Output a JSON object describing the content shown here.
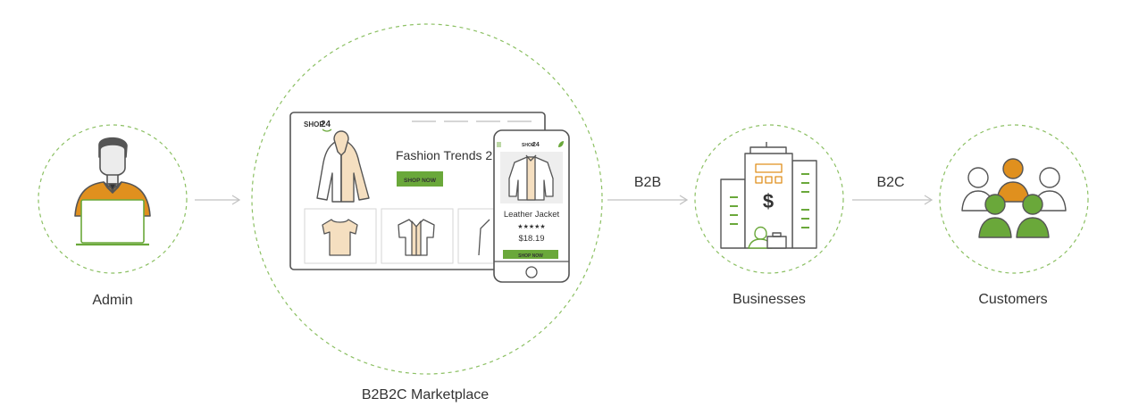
{
  "nodes": {
    "admin": {
      "label": "Admin"
    },
    "marketplace": {
      "label": "B2B2C Marketplace",
      "brand": {
        "prefix": "SHOP",
        "number": "24"
      },
      "desktop_headline": "Fashion Trends 2",
      "desktop_button": "SHOP NOW",
      "mobile_brand": {
        "prefix": "SHOP",
        "number": "24"
      },
      "product_name": "Leather Jacket",
      "product_rating": "★★★★★",
      "product_price": "$18.19",
      "mobile_button": "SHOP NOW"
    },
    "businesses": {
      "label": "Businesses",
      "currency_symbol": "$"
    },
    "customers": {
      "label": "Customers"
    }
  },
  "edges": [
    {
      "from": "admin",
      "to": "marketplace",
      "label": ""
    },
    {
      "from": "marketplace",
      "to": "businesses",
      "label": "B2B"
    },
    {
      "from": "businesses",
      "to": "customers",
      "label": "B2C"
    }
  ],
  "colors": {
    "green": "#6aa83a",
    "orange": "#e0901e",
    "beige": "#f5dfc0",
    "outline": "#555555",
    "grey": "#aaaaaa",
    "dash": "#8cc063"
  },
  "icons": {
    "admin": "person-laptop-icon",
    "businesses": "office-building-icon",
    "customers": "people-group-icon"
  }
}
